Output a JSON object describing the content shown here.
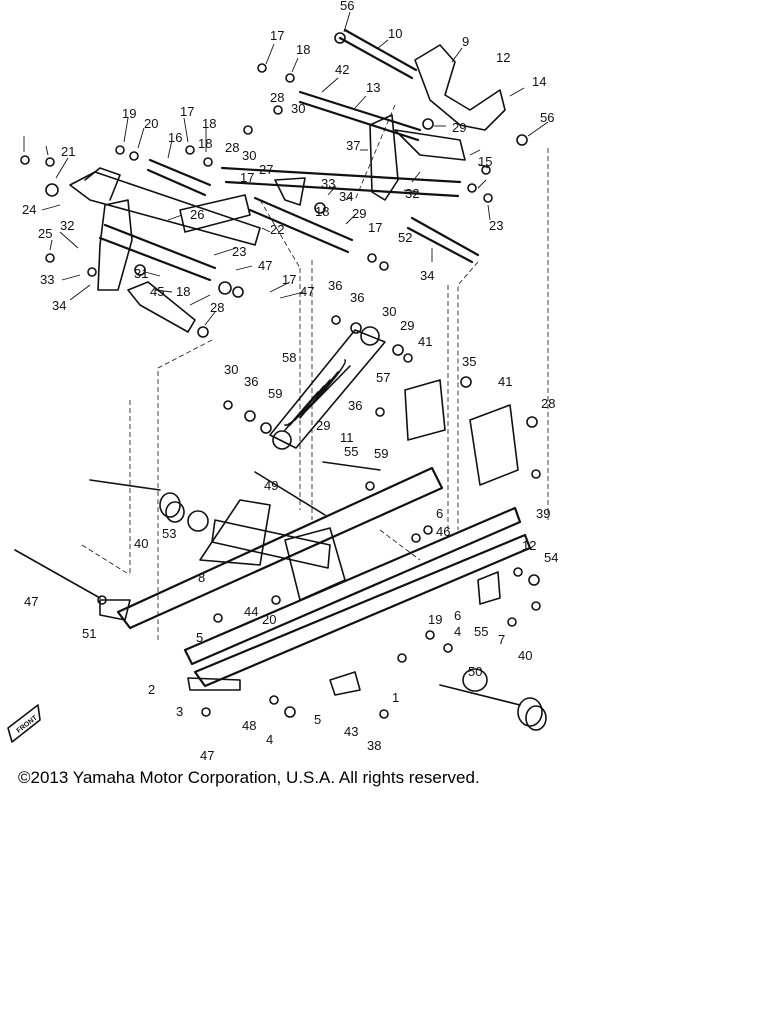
{
  "diagram": {
    "callouts": [
      "56",
      "10",
      "9",
      "12",
      "14",
      "56",
      "17",
      "18",
      "42",
      "13",
      "28",
      "30",
      "29",
      "15",
      "37",
      "33",
      "34",
      "32",
      "19",
      "20",
      "17",
      "16",
      "18",
      "28",
      "30",
      "27",
      "17",
      "18",
      "23",
      "21",
      "24",
      "26",
      "29",
      "18",
      "17",
      "52",
      "34",
      "32",
      "25",
      "22",
      "23",
      "47",
      "33",
      "31",
      "34",
      "45",
      "18",
      "17",
      "47",
      "28",
      "36",
      "36",
      "30",
      "29",
      "41",
      "35",
      "58",
      "57",
      "41",
      "28",
      "30",
      "36",
      "59",
      "36",
      "29",
      "11",
      "55",
      "59",
      "39",
      "40",
      "53",
      "49",
      "8",
      "6",
      "46",
      "47",
      "51",
      "44",
      "5",
      "20",
      "19",
      "4",
      "6",
      "55",
      "12",
      "54",
      "7",
      "40",
      "50",
      "1",
      "2",
      "3",
      "47",
      "48",
      "4",
      "5",
      "43",
      "38"
    ],
    "front_badge": "FRONT"
  },
  "copyright": "©2013 Yamaha Motor Corporation, U.S.A. All rights reserved."
}
